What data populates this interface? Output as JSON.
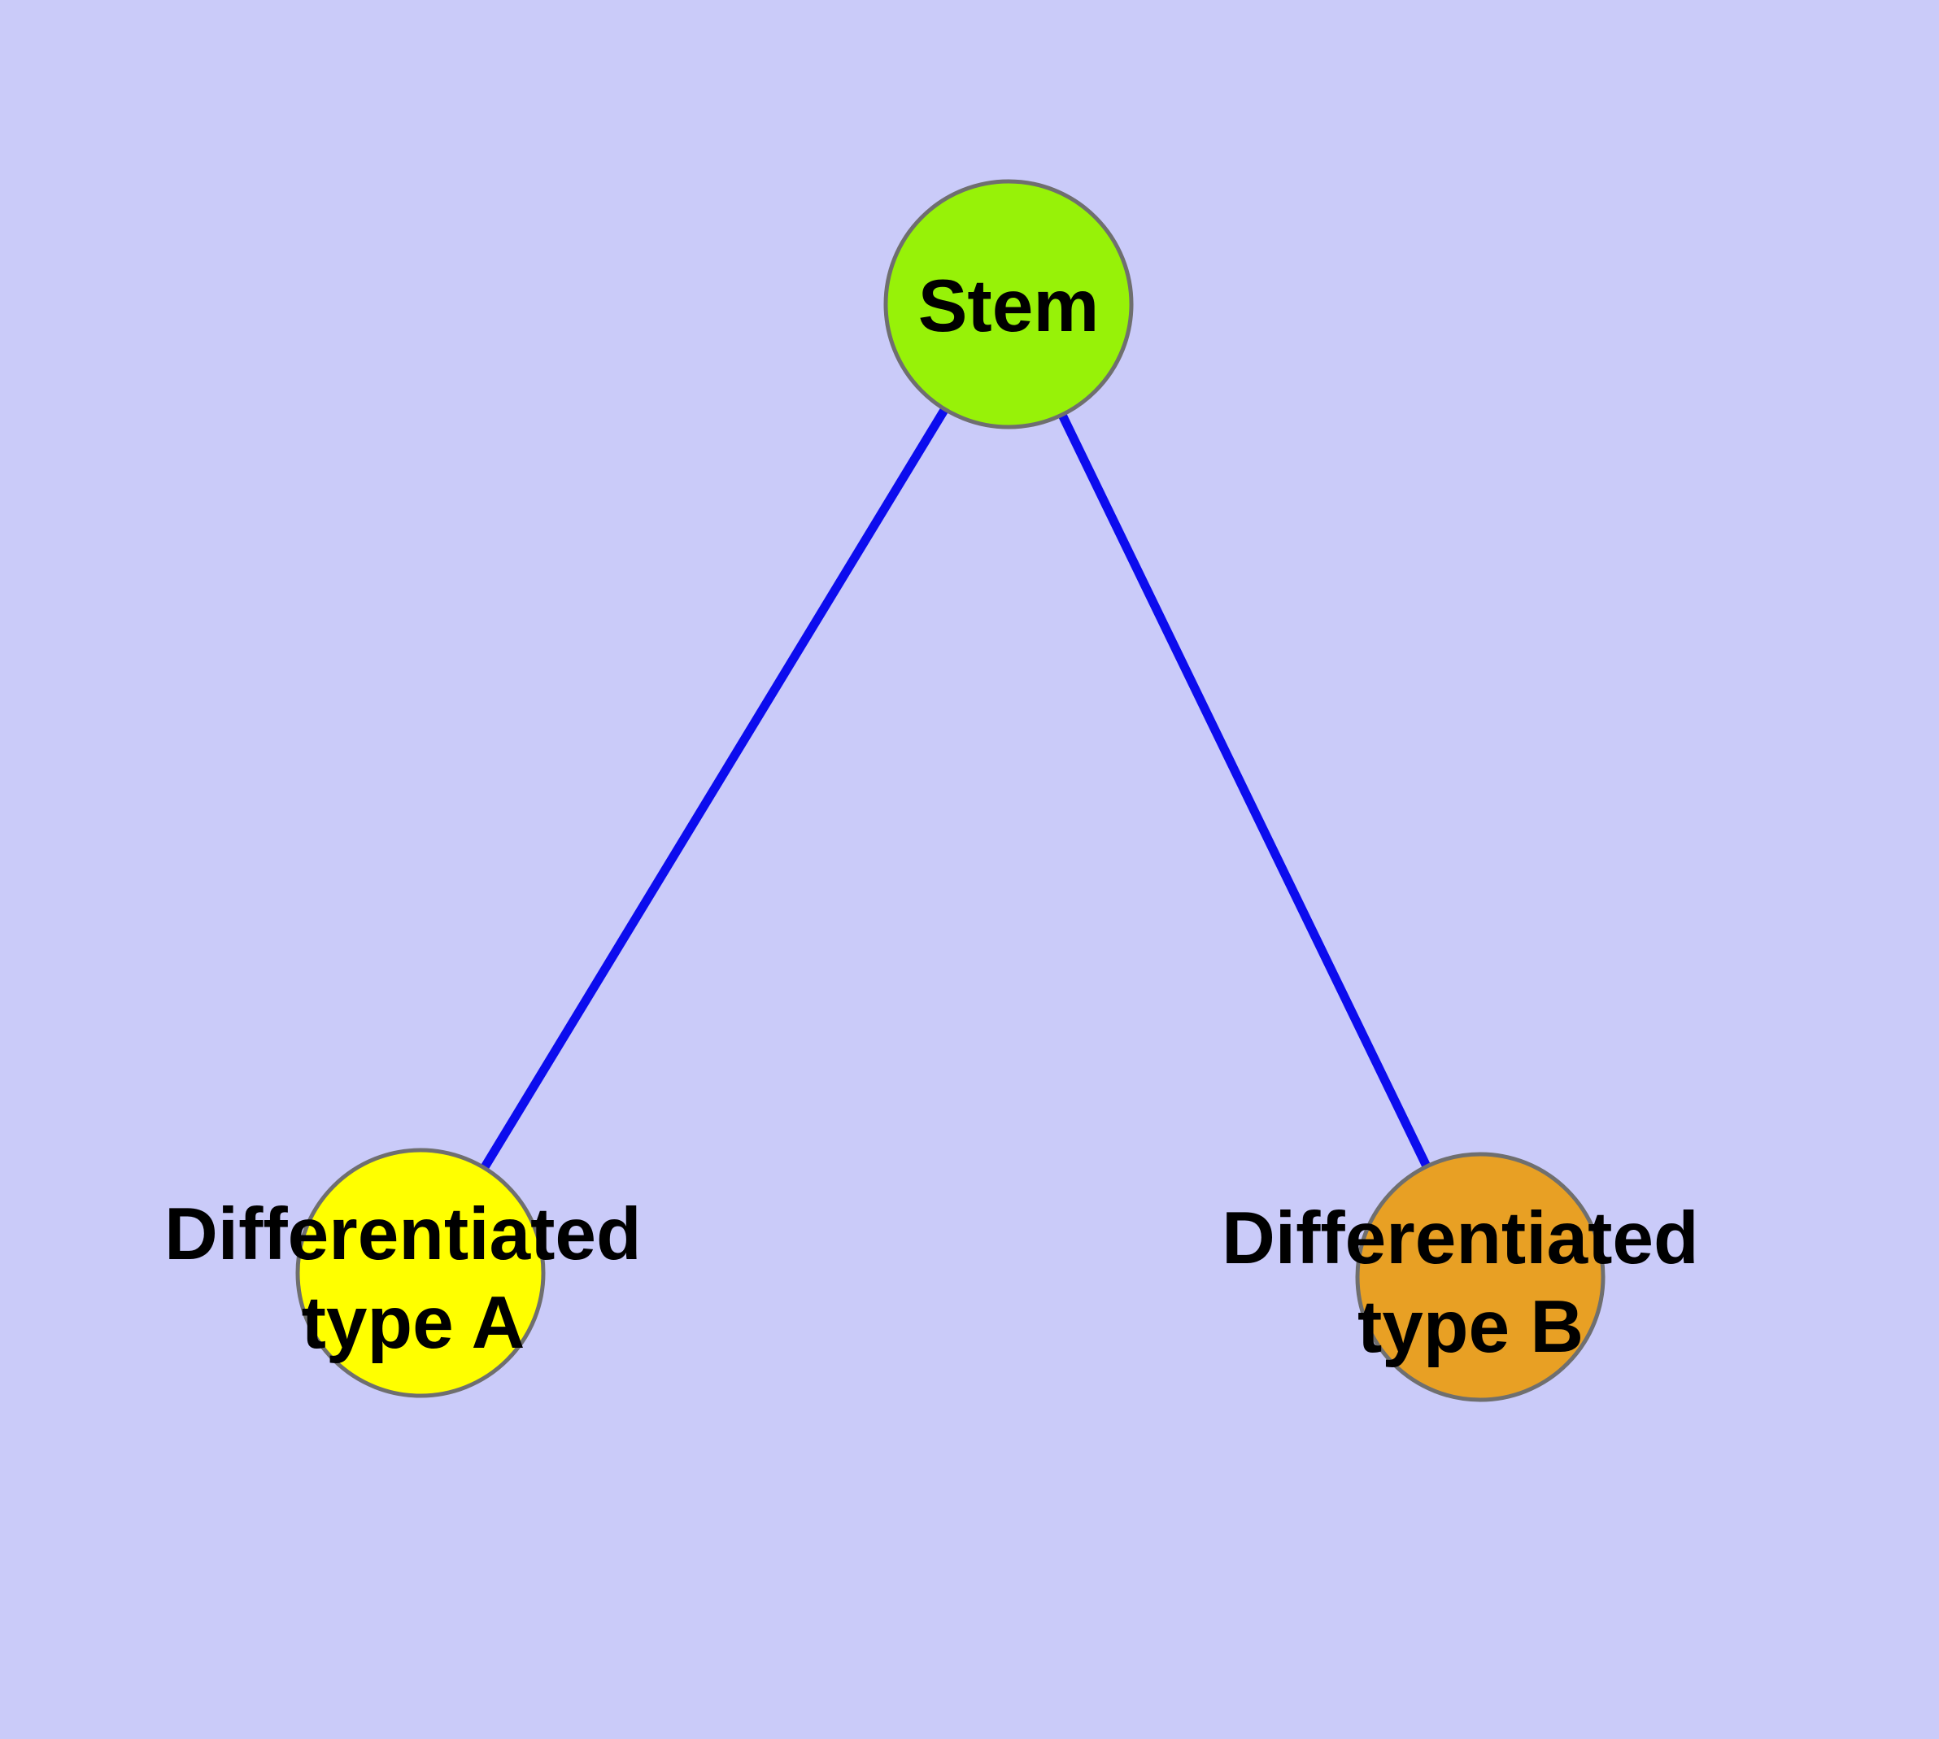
{
  "diagram": {
    "colors": {
      "background": "#CACBF9",
      "edge": "#0C0CEE",
      "node_frame": "#6F6F6F",
      "label": "#000000"
    },
    "nodes": {
      "stem": {
        "label": "Stem",
        "fill": "#97F208"
      },
      "type_a": {
        "label": "Differentiated type A",
        "lines": [
          "Differentiated",
          "type A"
        ],
        "fill": "#FFFF00"
      },
      "type_b": {
        "label": "Differentiated type B",
        "lines": [
          "Differentiated",
          "type B"
        ],
        "fill": "#E8A024"
      }
    },
    "edges": [
      {
        "from": "Stem",
        "to": "Differentiated type A"
      },
      {
        "from": "Stem",
        "to": "Differentiated type B"
      }
    ]
  }
}
